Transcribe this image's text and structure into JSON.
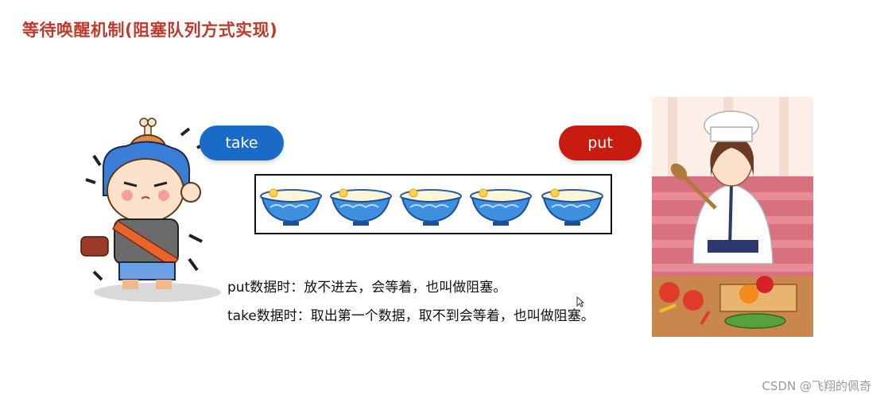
{
  "title": "等待唤醒机制(阻塞队列方式实现)",
  "buttons": {
    "take_label": "take",
    "put_label": "put"
  },
  "queue": {
    "bowl_count": 5,
    "item_icon": "noodle-bowl-icon"
  },
  "description": {
    "line1": "put数据时：放不进去，会等着，也叫做阻塞。",
    "line2": "take数据时：取出第一个数据，取不到会等着，也叫做阻塞。"
  },
  "watermark": "CSDN @飞翔的佩奇",
  "colors": {
    "title": "#c0392b",
    "take_button": "#1a6bc8",
    "put_button": "#c81c10"
  }
}
